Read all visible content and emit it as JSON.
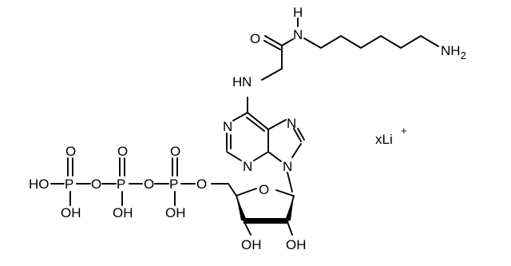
{
  "molecule": {
    "labels": {
      "h_amide": "H",
      "n_amide": "N",
      "o_amide": "O",
      "nh2_n": "NH",
      "nh2_sub": "2",
      "h_amine": "H",
      "n_amine": "N",
      "n_purine_1": "N",
      "n_purine_3": "N",
      "n_purine_7": "N",
      "n_purine_9": "N",
      "o_ring": "O",
      "o_5prime": "O",
      "o_3prime_oh": "OH",
      "o_2prime_oh": "OH",
      "pa_p": "P",
      "pa_o_top": "O",
      "pa_oh": "OH",
      "pb_p": "P",
      "pb_o_top": "O",
      "pb_oh": "OH",
      "pg_p": "P",
      "pg_o_top": "O",
      "pg_oh_bottom": "OH",
      "pg_ho_left": "HO",
      "o_bridge_ab": "O",
      "o_bridge_bg": "O"
    },
    "counterion": {
      "text": "xLi",
      "charge": "+"
    }
  }
}
